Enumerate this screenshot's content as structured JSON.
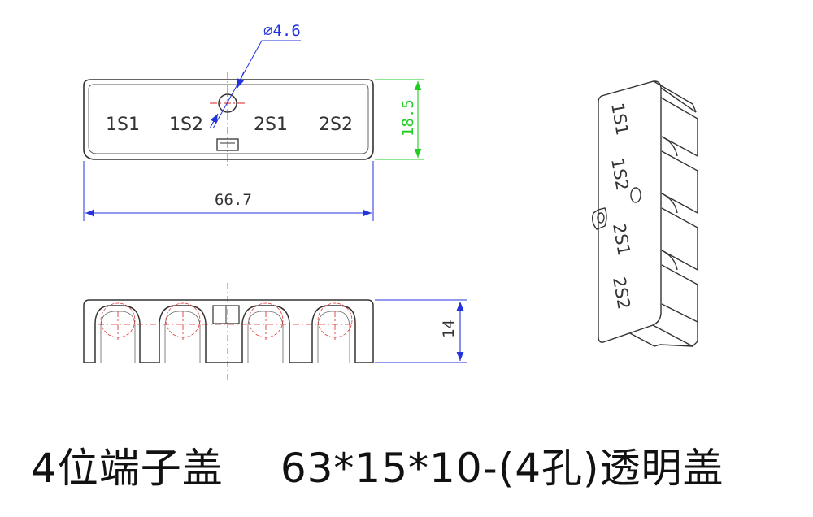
{
  "dimensions": {
    "hole_diameter": "⌀4.6",
    "width": "66.7",
    "height": "18.5",
    "depth": "14"
  },
  "terminal_labels": [
    "1S1",
    "1S2",
    "2S1",
    "2S2"
  ],
  "caption": {
    "left": "4位端子盖",
    "right": "63*15*10-(4孔)透明盖"
  },
  "colors": {
    "outline": "#333333",
    "dimension_blue": "#2233dd",
    "dimension_green": "#22cc22",
    "centerline_red": "#dd2222"
  }
}
